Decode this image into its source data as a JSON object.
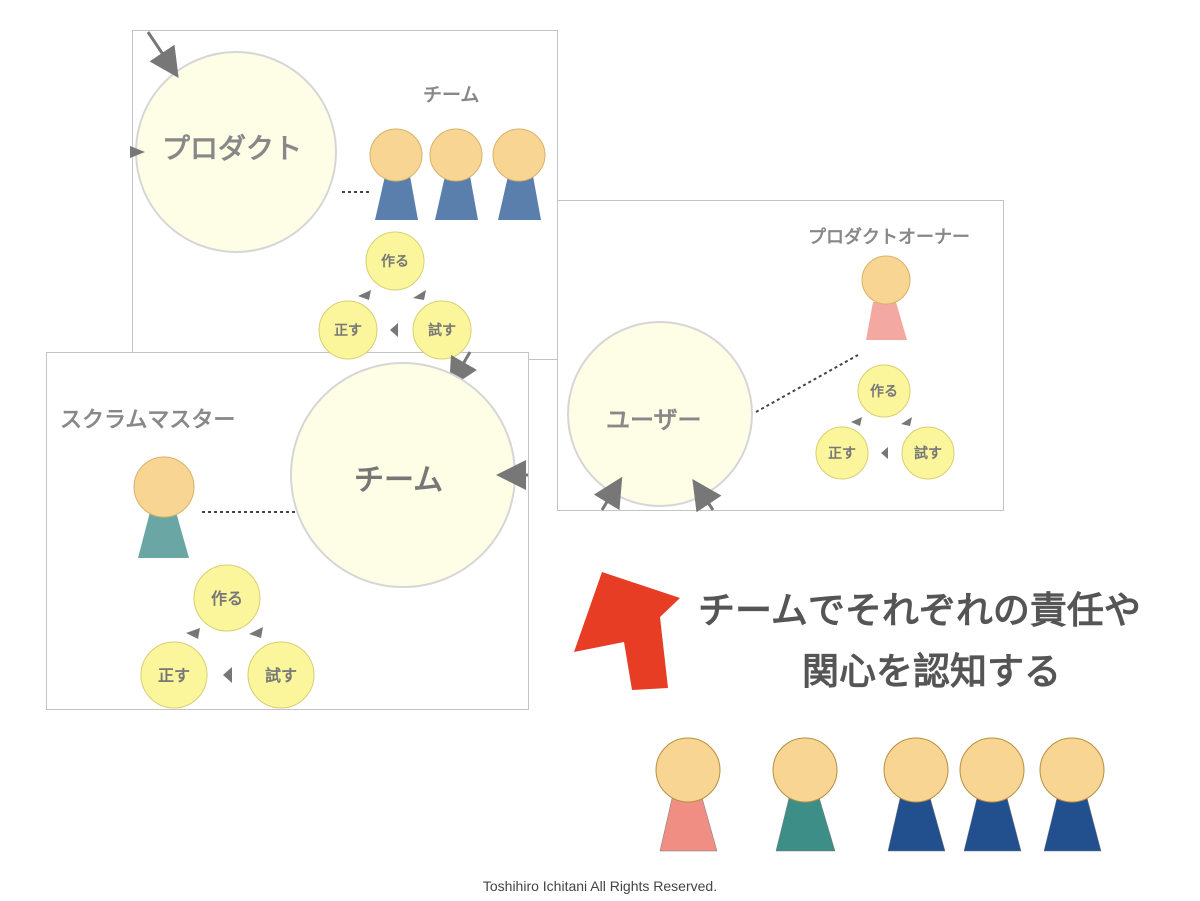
{
  "panel_product": {
    "product_label": "プロダクト",
    "team_label": "チーム",
    "cycle": {
      "make": "作る",
      "fix": "正す",
      "try": "試す"
    }
  },
  "panel_user": {
    "user_label": "ユーザー",
    "po_label": "プロダクトオーナー",
    "cycle": {
      "make": "作る",
      "fix": "正す",
      "try": "試す"
    }
  },
  "panel_team": {
    "team_label": "チーム",
    "sm_label": "スクラムマスター",
    "cycle": {
      "make": "作る",
      "fix": "正す",
      "try": "試す"
    }
  },
  "message": {
    "line1": "チームでそれぞれの責任や",
    "line2": "関心を認知する"
  },
  "footer": "Toshihiro Ichitani All Rights Reserved.",
  "colors": {
    "head": "#f8d593",
    "team_body": "#22508f",
    "po_body": "#f08e84",
    "sm_body": "#3e8e88",
    "big_circle": "#fefde6",
    "small_circle": "#fbf59c",
    "arrow_red": "#e63d24"
  }
}
